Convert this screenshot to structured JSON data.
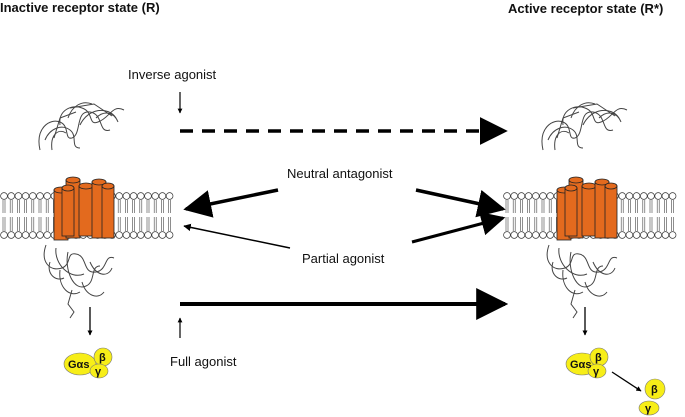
{
  "headings": {
    "inactive": "Inactive receptor state (R)",
    "active": "Active receptor state (R*)"
  },
  "labels": {
    "inverse_agonist": "Inverse agonist",
    "neutral_antagonist": "Neutral antagonist",
    "partial_agonist": "Partial agonist",
    "full_agonist": "Full agonist"
  },
  "g_protein": {
    "alpha_s": "Gαs",
    "beta": "β",
    "gamma": "γ"
  },
  "colors": {
    "helix": "#e36a1e",
    "g_protein": "#f7ee18",
    "arrow": "#000000"
  }
}
